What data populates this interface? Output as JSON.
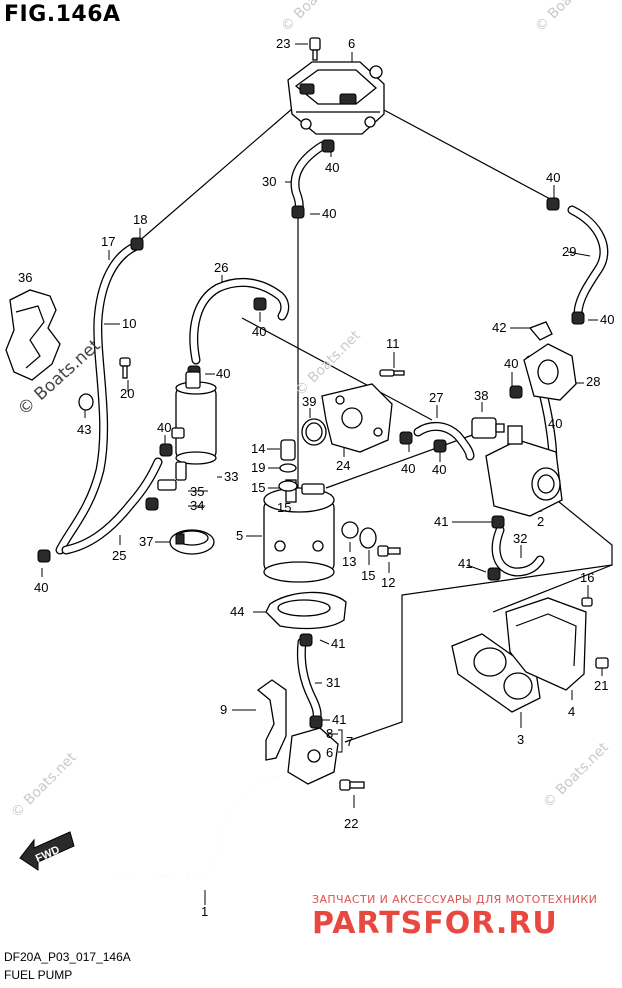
{
  "figure": {
    "title": "FIG.146A",
    "code": "DF20A_P03_017_146A",
    "caption": "FUEL PUMP"
  },
  "watermarks": {
    "main": "© Boats.net",
    "faint": "© Boats.net"
  },
  "shop": {
    "tagline": "ЗАПЧАСТИ И АКСЕССУАРЫ ДЛЯ МОТОТЕХНИКИ",
    "logo": "PARTSFOR.RU"
  },
  "fwd_label": "FWD",
  "callouts": [
    "23",
    "6",
    "40",
    "30",
    "40",
    "40",
    "18",
    "17",
    "29",
    "36",
    "10",
    "26",
    "40",
    "42",
    "40",
    "20",
    "40",
    "11",
    "40",
    "43",
    "40",
    "39",
    "27",
    "38",
    "28",
    "14",
    "40",
    "19",
    "15",
    "33",
    "24",
    "40",
    "40",
    "35",
    "34",
    "15",
    "41",
    "2",
    "5",
    "25",
    "37",
    "13",
    "32",
    "41",
    "40",
    "15",
    "12",
    "16",
    "44",
    "41",
    "31",
    "21",
    "4",
    "9",
    "41",
    "8",
    "7",
    "3",
    "6",
    "22",
    "1"
  ]
}
